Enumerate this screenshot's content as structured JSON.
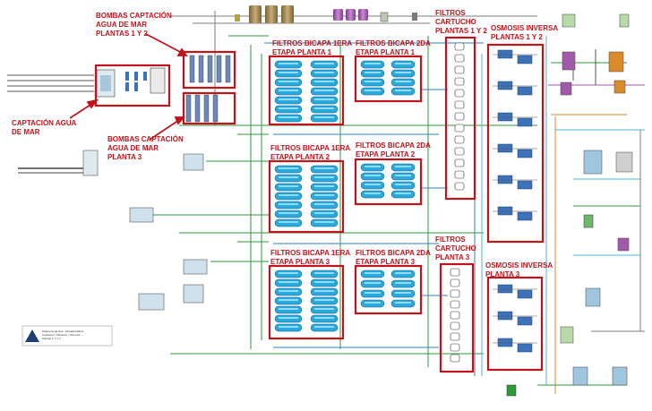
{
  "diagram": {
    "areas": [
      {
        "id": "captacion",
        "lines": [
          "CAPTACIÓN AGUA",
          "DE MAR"
        ]
      },
      {
        "id": "bombas12",
        "lines": [
          "BOMBAS CAPTACIÓN",
          "AGUA DE MAR",
          "PLANTAS 1 Y 2"
        ]
      },
      {
        "id": "bombas3",
        "lines": [
          "BOMBAS CAPTACIÓN",
          "AGUA DE MAR",
          "PLANTA 3"
        ]
      },
      {
        "id": "bic1e_p1",
        "lines": [
          "FILTROS BICAPA 1ERA",
          "ETAPA PLANTA 1"
        ]
      },
      {
        "id": "bic2e_p1",
        "lines": [
          "FILTROS BICAPA 2DA",
          "ETAPA PLANTA 1"
        ]
      },
      {
        "id": "bic1e_p2",
        "lines": [
          "FILTROS BICAPA 1ERA",
          "ETAPA PLANTA 2"
        ]
      },
      {
        "id": "bic2e_p2",
        "lines": [
          "FILTROS BICAPA 2DA",
          "ETAPA PLANTA 2"
        ]
      },
      {
        "id": "bic1e_p3",
        "lines": [
          "FILTROS BICAPA 1ERA",
          "ETAPA PLANTA 3"
        ]
      },
      {
        "id": "bic2e_p3",
        "lines": [
          "FILTROS BICAPA 2DA",
          "ETAPA PLANTA 3"
        ]
      },
      {
        "id": "cart12",
        "lines": [
          "FILTROS",
          "CARTUCHO",
          "PLANTAS 1 Y 2"
        ]
      },
      {
        "id": "cart3",
        "lines": [
          "FILTROS",
          "CARTUCHO",
          "PLANTA 3"
        ]
      },
      {
        "id": "osm12",
        "lines": [
          "OSMOSIS INVERSA",
          "PLANTAS 1 Y 2"
        ]
      },
      {
        "id": "osm3",
        "lines": [
          "OSMOSIS INVERSA",
          "PLANTA 3"
        ]
      }
    ],
    "legend": {
      "lines": [
        "Diagrama de flujo - Desalinizadora",
        "Captación / Filtración / Osmosis",
        "Plantas 1, 2 y 3"
      ]
    },
    "colors": {
      "highlight": "#c0141c",
      "pipe_green": "#2e9a3a",
      "pipe_blue": "#2f7fbf",
      "pipe_cyan": "#4fb6d9",
      "pipe_orange": "#d98a2b",
      "pipe_gray": "#7d7d7d",
      "filter_fill": "#29a9dc",
      "tank_orange": "#d98a2b",
      "tank_purple": "#a05aa8",
      "tank_tan": "#a88f5b",
      "tank_green": "#6db86b"
    }
  }
}
